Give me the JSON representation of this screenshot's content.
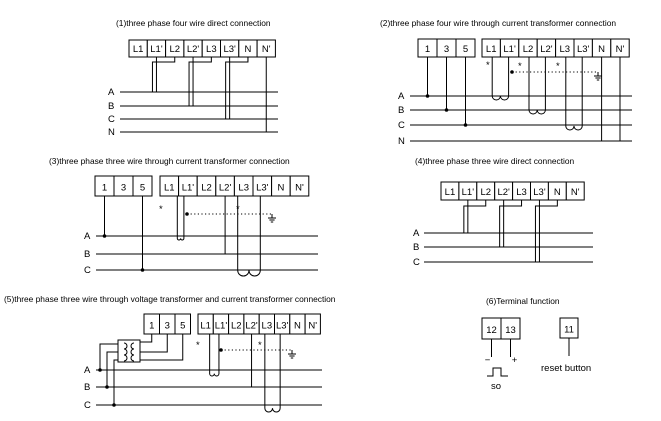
{
  "diagram": {
    "d1": {
      "title": "(1)three phase four wire direct connection",
      "terminals": [
        "L1",
        "L1'",
        "L2",
        "L2'",
        "L3",
        "L3'",
        "N",
        "N'"
      ],
      "phases": [
        "A",
        "B",
        "C",
        "N"
      ]
    },
    "d2": {
      "title": "(2)three phase four wire through current transformer connection",
      "terminals_left": [
        "1",
        "3",
        "5"
      ],
      "terminals_right": [
        "L1",
        "L1'",
        "L2",
        "L2'",
        "L3",
        "L3'",
        "N",
        "N'"
      ],
      "phases": [
        "A",
        "B",
        "C",
        "N"
      ],
      "ct_marks": [
        "*",
        "*",
        "*"
      ]
    },
    "d3": {
      "title": "(3)three phase three wire through current transformer connection",
      "terminals_left": [
        "1",
        "3",
        "5"
      ],
      "terminals_right": [
        "L1",
        "L1'",
        "L2",
        "L2'",
        "L3",
        "L3'",
        "N",
        "N'"
      ],
      "phases": [
        "A",
        "B",
        "C"
      ],
      "ct_marks": [
        "*",
        "*"
      ]
    },
    "d4": {
      "title": "(4)three phase three wire direct connection",
      "terminals": [
        "L1",
        "L1'",
        "L2",
        "L2'",
        "L3",
        "L3'",
        "N",
        "N'"
      ],
      "phases": [
        "A",
        "B",
        "C"
      ]
    },
    "d5": {
      "title": "(5)three phase three wire through voltage transformer and current transformer connection",
      "terminals_left": [
        "1",
        "3",
        "5"
      ],
      "terminals_right": [
        "L1",
        "L1'",
        "L2",
        "L2'",
        "L3",
        "L3'",
        "N",
        "N'"
      ],
      "phases": [
        "A",
        "B",
        "C"
      ],
      "ct_marks": [
        "*",
        "*"
      ]
    },
    "d6": {
      "title": "(6)Terminal function",
      "pulse_terminals": [
        "12",
        "13"
      ],
      "pulse_minus": "−",
      "pulse_plus": "+",
      "pulse_label": "so",
      "reset_terminal": "11",
      "reset_label": "reset button"
    }
  }
}
